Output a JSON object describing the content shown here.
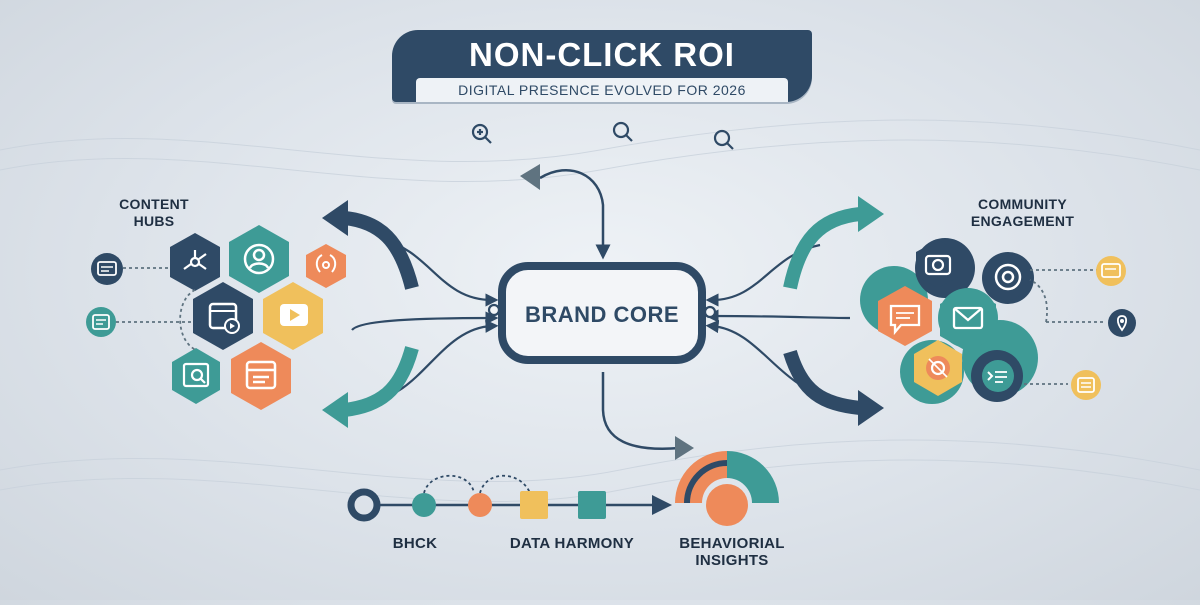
{
  "title": {
    "main": "NON-CLICK ROI",
    "subtitle": "DIGITAL PRESENCE EVOLVED FOR 2026"
  },
  "center": {
    "label": "BRAND CORE"
  },
  "left_cluster": {
    "label_line1": "CONTENT",
    "label_line2": "HUBS"
  },
  "right_cluster": {
    "label_line1": "COMMUNITY",
    "label_line2": "ENGAGEMENT"
  },
  "bottom": {
    "label_left": "BHCK",
    "label_middle": "DATA HARMONY",
    "label_right_line1": "BEHAVIORIAL",
    "label_right_line2": "INSIGHTS"
  },
  "colors": {
    "navy": "#2f4a66",
    "teal": "#3e9b96",
    "orange": "#ee8a5a",
    "yellow": "#f0c05c",
    "light": "#f3f5f8"
  }
}
